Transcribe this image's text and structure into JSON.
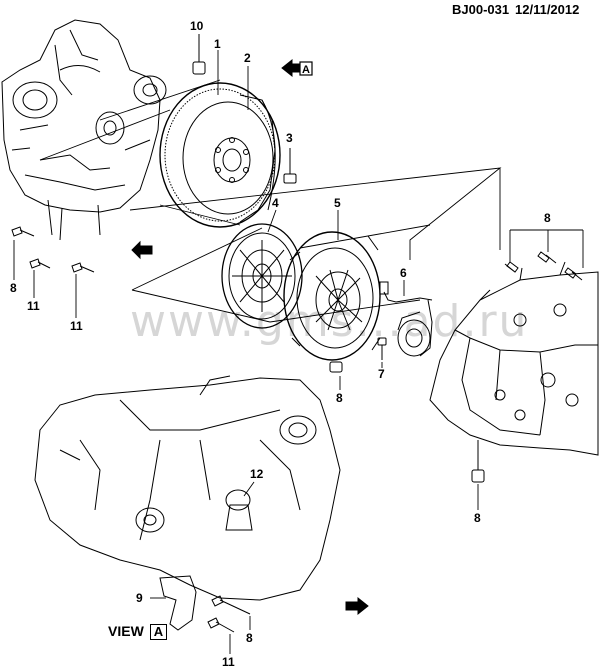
{
  "header": {
    "code": "BJ00-031",
    "date": "12/11/2012"
  },
  "view_label": {
    "text": "VIEW",
    "letter": "A"
  },
  "arrow_marker": "A",
  "watermark": "www.gms...ad.ru",
  "callouts": {
    "c1": "1",
    "c2": "2",
    "c3": "3",
    "c4": "4",
    "c5": "5",
    "c6": "6",
    "c7": "7",
    "c8a": "8",
    "c8b": "8",
    "c8c": "8",
    "c8d": "8",
    "c8e": "8",
    "c9": "9",
    "c10": "10",
    "c11a": "11",
    "c11b": "11",
    "c11c": "11",
    "c12": "12"
  },
  "icons": [
    "direction-arrow-icon",
    "view-arrow-icon"
  ]
}
